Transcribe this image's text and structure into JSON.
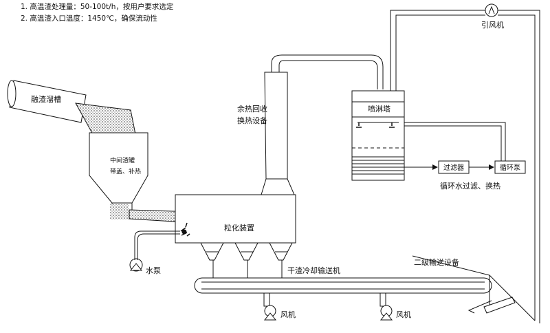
{
  "notes": [
    "1. 高温渣处理量：50-100t/h，按用户要求选定",
    "2. 高温渣入口温度：1450℃，确保流动性"
  ],
  "labels": {
    "slag_trough": "融渣溜槽",
    "tank_line1": "中间渣罐",
    "tank_line2": "带盖、补热",
    "granulator": "粒化装置",
    "water_pump": "水泵",
    "heat_recovery_line1": "余热回收",
    "heat_recovery_line2": "换热设备",
    "spray_tower": "喷淋塔",
    "filter": "过滤器",
    "circ_pump": "循环泵",
    "circ_water_note": "循环水过滤、换热",
    "induced_fan": "引风机",
    "dry_conveyor": "干渣冷却输送机",
    "secondary_conveyor": "二级输送设备",
    "fan_1": "风机",
    "fan_2": "风机"
  }
}
